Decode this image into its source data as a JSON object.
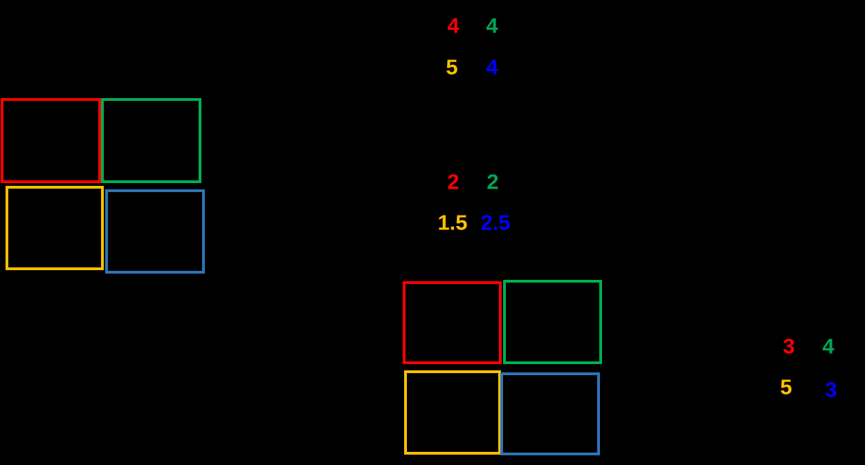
{
  "background": "#000000",
  "palette": {
    "red": "#FF0000",
    "green_box": "#00B050",
    "green_text": "#00A651",
    "gold": "#FFC000",
    "blue_box": "#2E75B6",
    "blue_text": "#0000FF"
  },
  "left_grid": {
    "boxes": [
      {
        "name": "red",
        "stroke": "#FF0000"
      },
      {
        "name": "green",
        "stroke": "#00B050"
      },
      {
        "name": "gold",
        "stroke": "#FFC000"
      },
      {
        "name": "blue",
        "stroke": "#2E75B6"
      }
    ]
  },
  "middle_grid": {
    "boxes": [
      {
        "name": "red",
        "stroke": "#FF0000"
      },
      {
        "name": "green",
        "stroke": "#00B050"
      },
      {
        "name": "gold",
        "stroke": "#FFC000"
      },
      {
        "name": "blue",
        "stroke": "#2E75B6"
      }
    ]
  },
  "values_top": {
    "r1c1": "4",
    "r1c2": "4",
    "r2c1": "5",
    "r2c2": "4"
  },
  "values_middle": {
    "r1c1": "2",
    "r1c2": "2",
    "r2c1": "1.5",
    "r2c2": "2.5"
  },
  "values_right": {
    "r1c1": "3",
    "r1c2": "4",
    "r2c1": "5",
    "r2c2": "3"
  }
}
